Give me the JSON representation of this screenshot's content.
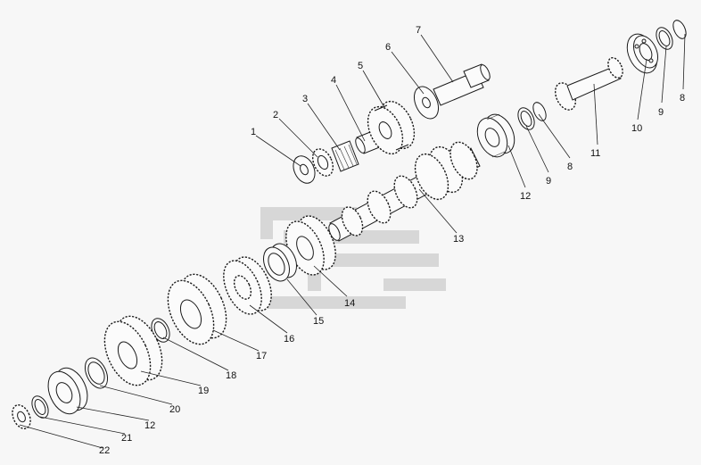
{
  "diagram": {
    "callouts": [
      {
        "id": "c1",
        "text": "1"
      },
      {
        "id": "c2",
        "text": "2"
      },
      {
        "id": "c3",
        "text": "3"
      },
      {
        "id": "c4",
        "text": "4"
      },
      {
        "id": "c5",
        "text": "5"
      },
      {
        "id": "c6",
        "text": "6"
      },
      {
        "id": "c7",
        "text": "7"
      },
      {
        "id": "c8a",
        "text": "8"
      },
      {
        "id": "c9a",
        "text": "9"
      },
      {
        "id": "c10",
        "text": "10"
      },
      {
        "id": "c11",
        "text": "11"
      },
      {
        "id": "c8b",
        "text": "8"
      },
      {
        "id": "c9b",
        "text": "9"
      },
      {
        "id": "c12a",
        "text": "12"
      },
      {
        "id": "c13",
        "text": "13"
      },
      {
        "id": "c14",
        "text": "14"
      },
      {
        "id": "c15",
        "text": "15"
      },
      {
        "id": "c16",
        "text": "16"
      },
      {
        "id": "c17",
        "text": "17"
      },
      {
        "id": "c18",
        "text": "18"
      },
      {
        "id": "c19",
        "text": "19"
      },
      {
        "id": "c20",
        "text": "20"
      },
      {
        "id": "c12b",
        "text": "12"
      },
      {
        "id": "c21",
        "text": "21"
      },
      {
        "id": "c22",
        "text": "22"
      }
    ]
  }
}
